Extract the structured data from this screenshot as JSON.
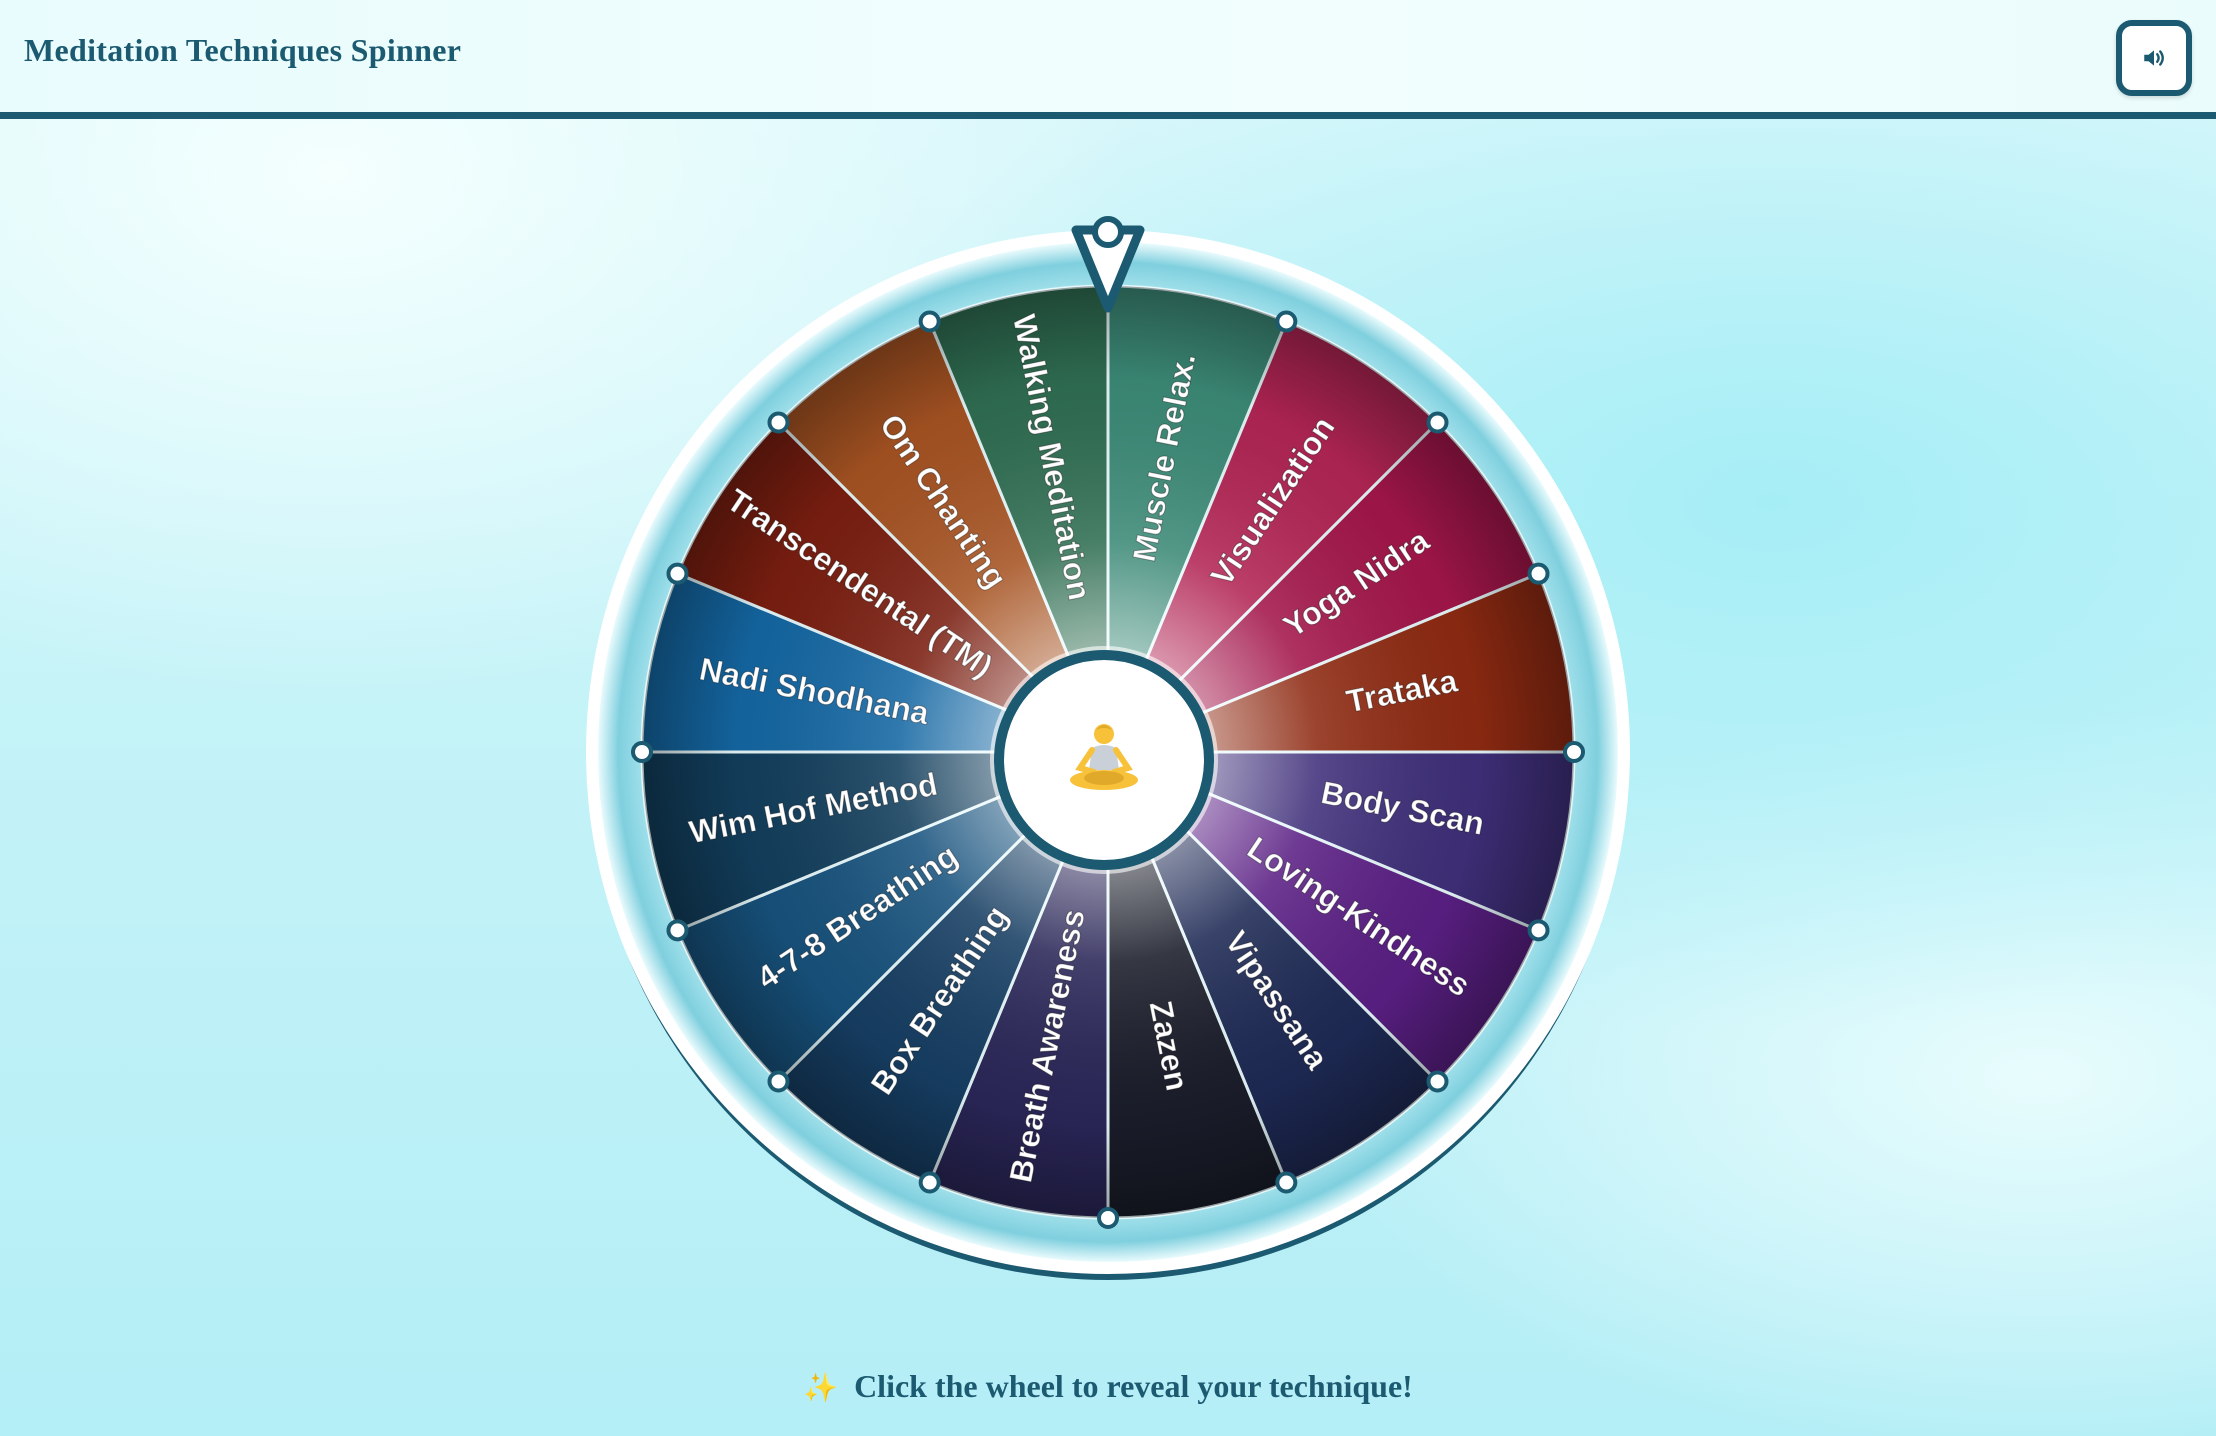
{
  "app": {
    "title": "Meditation Techniques Spinner"
  },
  "sound_button": {
    "icon": "speaker-icon"
  },
  "wheel": {
    "hub_icon": "meditating-person-icon",
    "colors": {
      "ring": "#1b5a70",
      "outer_ring_light": "#c9f2f7",
      "outer_ring_dark": "#6fc6d6"
    },
    "segments": [
      {
        "label": "Muscle Relax.",
        "color": "#3c8a77"
      },
      {
        "label": "Visualization",
        "color": "#b22554"
      },
      {
        "label": "Yoga Nidra",
        "color": "#a3164a"
      },
      {
        "label": "Trataka",
        "color": "#8e2a12"
      },
      {
        "label": "Body Scan",
        "color": "#3f2f7a"
      },
      {
        "label": "Loving-Kindness",
        "color": "#5a1f84"
      },
      {
        "label": "Vipassana",
        "color": "#1e2a55"
      },
      {
        "label": "Zazen",
        "color": "#1a1d2a"
      },
      {
        "label": "Breath Awareness",
        "color": "#2a2658"
      },
      {
        "label": "Box Breathing",
        "color": "#163e63"
      },
      {
        "label": "4-7-8 Breathing",
        "color": "#17527d"
      },
      {
        "label": "Wim Hof Method",
        "color": "#123e5c"
      },
      {
        "label": "Nadi Shodhana",
        "color": "#1467a3"
      },
      {
        "label": "Transcendental (TM)",
        "color": "#7a1e10"
      },
      {
        "label": "Om Chanting",
        "color": "#a65322"
      },
      {
        "label": "Walking Meditation",
        "color": "#2f6e52"
      }
    ]
  },
  "instruction": {
    "icon": "sparkles-icon",
    "text": "Click the wheel to reveal your technique!"
  }
}
